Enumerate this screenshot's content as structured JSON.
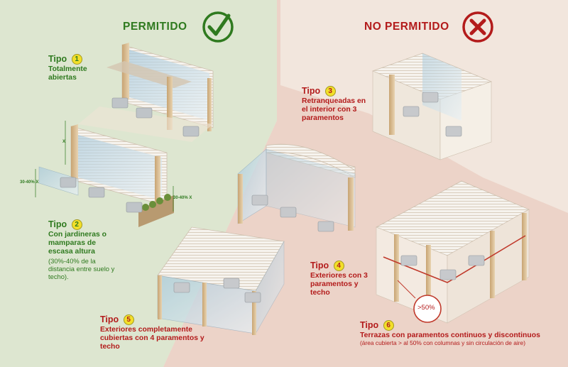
{
  "header": {
    "allowed": "PERMITIDO",
    "not_allowed": "NO PERMITIDO",
    "allowed_icon": "check-circle-icon",
    "not_allowed_icon": "cross-circle-icon"
  },
  "colors": {
    "allowed_bg": "#dde6d0",
    "not_allowed_bg": "#ecd3c8",
    "allowed_text": "#2f7a1f",
    "not_allowed_text": "#b31b1b",
    "badge": "#f2df2a"
  },
  "types": [
    {
      "word": "Tipo",
      "num": "1",
      "desc": "Totalmente abiertas"
    },
    {
      "word": "Tipo",
      "num": "2",
      "desc": "Con jardineras o mamparas de escasa altura",
      "note": "(30%-40% de la distancia entre suelo y techo)."
    },
    {
      "word": "Tipo",
      "num": "3",
      "desc": "Retranqueadas en el interior con 3 paramentos"
    },
    {
      "word": "Tipo",
      "num": "4",
      "desc": "Exteriores con 3 paramentos y techo"
    },
    {
      "word": "Tipo",
      "num": "5",
      "desc": "Exteriores completamente cubiertas con 4 paramentos y techo"
    },
    {
      "word": "Tipo",
      "num": "6",
      "desc": "Terrazas con paramentos continuos y discontinuos",
      "note": "(área cubierta > al 50% con columnas y sin circulación de aire)"
    }
  ],
  "measures": {
    "x": "X",
    "ratio_left": "30-40% X",
    "ratio_right": "30-40% X",
    "coverage": ">50%"
  }
}
